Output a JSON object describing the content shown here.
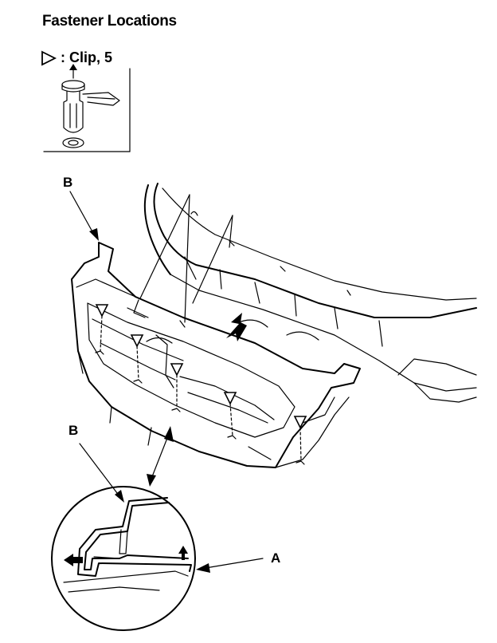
{
  "header": {
    "title": "Fastener Locations"
  },
  "legend": {
    "symbol": "clip-triangle-icon",
    "label": ": Clip, 5"
  },
  "callouts": {
    "b_top": "B",
    "b_detail": "B",
    "a_detail": "A"
  },
  "clip_count": 5
}
